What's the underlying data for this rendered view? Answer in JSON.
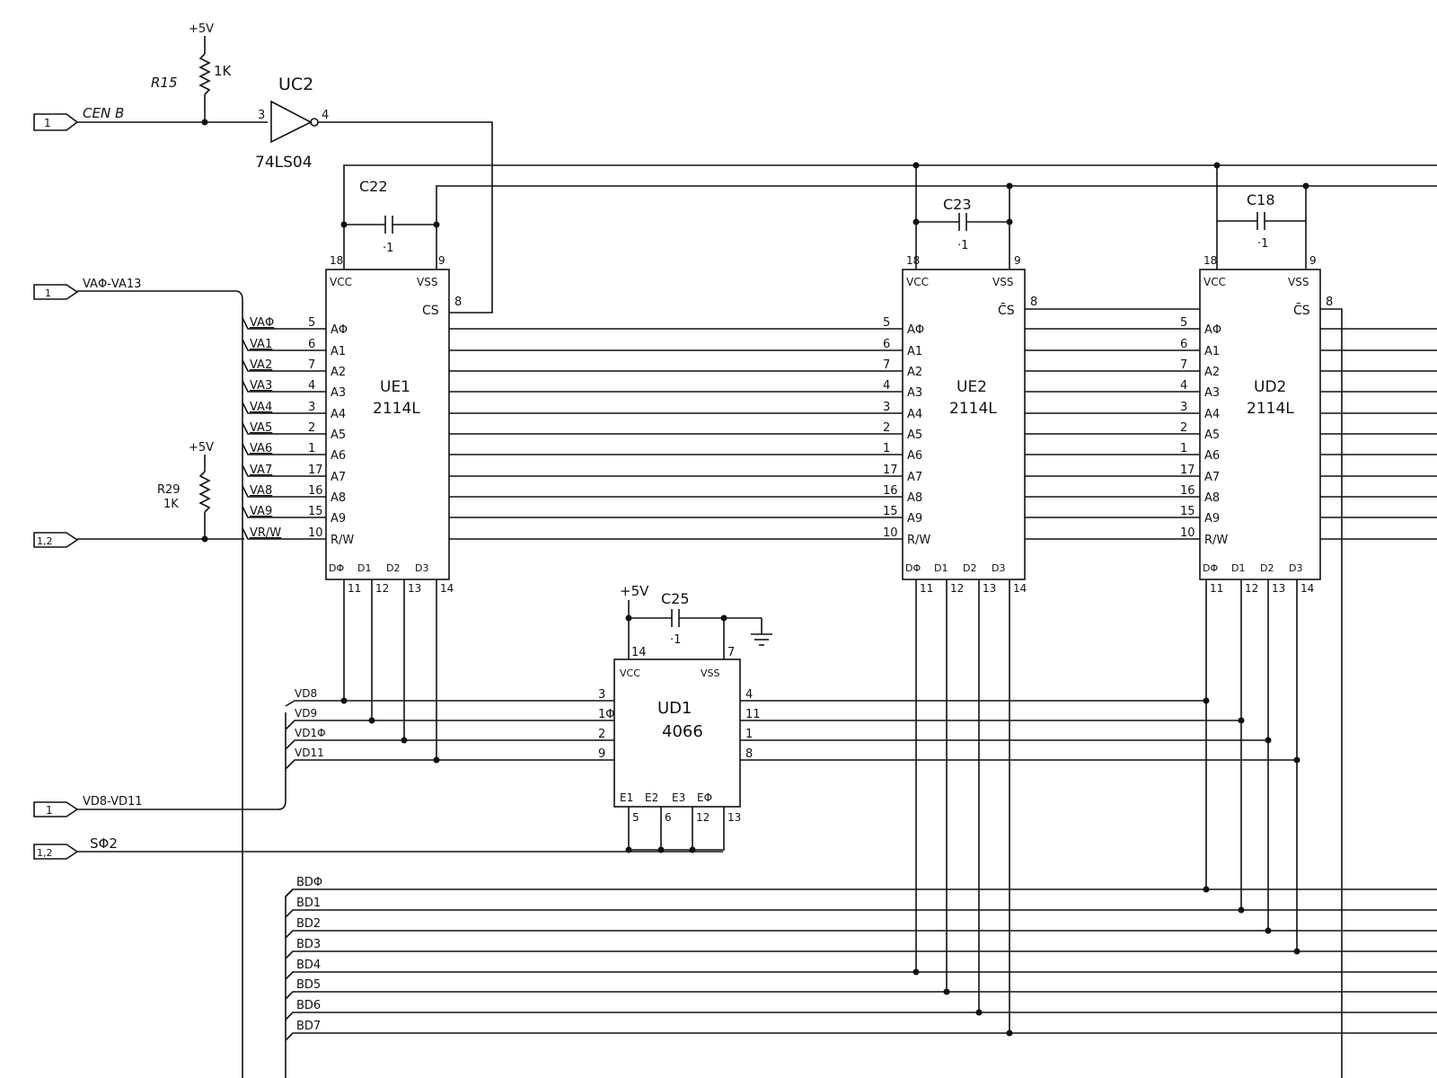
{
  "connectors": {
    "cenb": {
      "sheet": "1",
      "signal": "CEN B"
    },
    "va": {
      "sheet": "1",
      "signal": "VAΦ-VA13"
    },
    "rw": {
      "sheet": "1,2"
    },
    "vd": {
      "sheet": "1",
      "signal": "VD8-VD11"
    },
    "s02": {
      "sheet": "1,2",
      "signal": "SΦ2"
    }
  },
  "components": {
    "r15": {
      "ref": "R15",
      "value": "1K",
      "supply": "+5V"
    },
    "r29": {
      "ref": "R29",
      "value": "1K",
      "supply": "+5V"
    },
    "uc2": {
      "ref": "UC2",
      "part": "74LS04",
      "pin_in": "3",
      "pin_out": "4"
    },
    "c22": {
      "ref": "C22",
      "value": "·1"
    },
    "c23": {
      "ref": "C23",
      "value": "·1"
    },
    "c18": {
      "ref": "C18",
      "value": "·1"
    },
    "c25": {
      "ref": "C25",
      "value": "·1",
      "supply": "+5V"
    }
  },
  "chips": {
    "ue1": {
      "ref": "UE1",
      "part": "2114L",
      "cs_label": "CS"
    },
    "ue2": {
      "ref": "UE2",
      "part": "2114L",
      "cs_label": "C̄S"
    },
    "ud2": {
      "ref": "UD2",
      "part": "2114L",
      "cs_label": "C̄S"
    },
    "ram_common": {
      "vcc_label": "VCC",
      "vss_label": "VSS",
      "vcc_pin": "18",
      "vss_pin": "9",
      "cs_pin": "8",
      "addr_labels": [
        "AΦ",
        "A1",
        "A2",
        "A3",
        "A4",
        "A5",
        "A6",
        "A7",
        "A8",
        "A9",
        "R/W"
      ],
      "addr_pins": [
        "5",
        "6",
        "7",
        "4",
        "3",
        "2",
        "1",
        "17",
        "16",
        "15",
        "10"
      ],
      "data_labels": [
        "DΦ",
        "D1",
        "D2",
        "D3"
      ],
      "data_pins": [
        "11",
        "12",
        "13",
        "14"
      ]
    },
    "ud1": {
      "ref": "UD1",
      "part": "4066",
      "vcc_label": "VCC",
      "vss_label": "VSS",
      "vcc_pin": "14",
      "vss_pin": "7",
      "left_pins": [
        "3",
        "1Φ",
        "2",
        "9"
      ],
      "right_pins": [
        "4",
        "11",
        "1",
        "8"
      ],
      "enable_labels": [
        "E1",
        "E2",
        "E3",
        "EΦ"
      ],
      "enable_pins": [
        "5",
        "6",
        "12",
        "13"
      ]
    }
  },
  "buses": {
    "va_lines": [
      "VAΦ",
      "VA1",
      "VA2",
      "VA3",
      "VA4",
      "VA5",
      "VA6",
      "VA7",
      "VA8",
      "VA9",
      "VR/W"
    ],
    "vd_lines": [
      "VD8",
      "VD9",
      "VD1Φ",
      "VD11"
    ],
    "bd_lines": [
      "BDΦ",
      "BD1",
      "BD2",
      "BD3",
      "BD4",
      "BD5",
      "BD6",
      "BD7"
    ]
  }
}
